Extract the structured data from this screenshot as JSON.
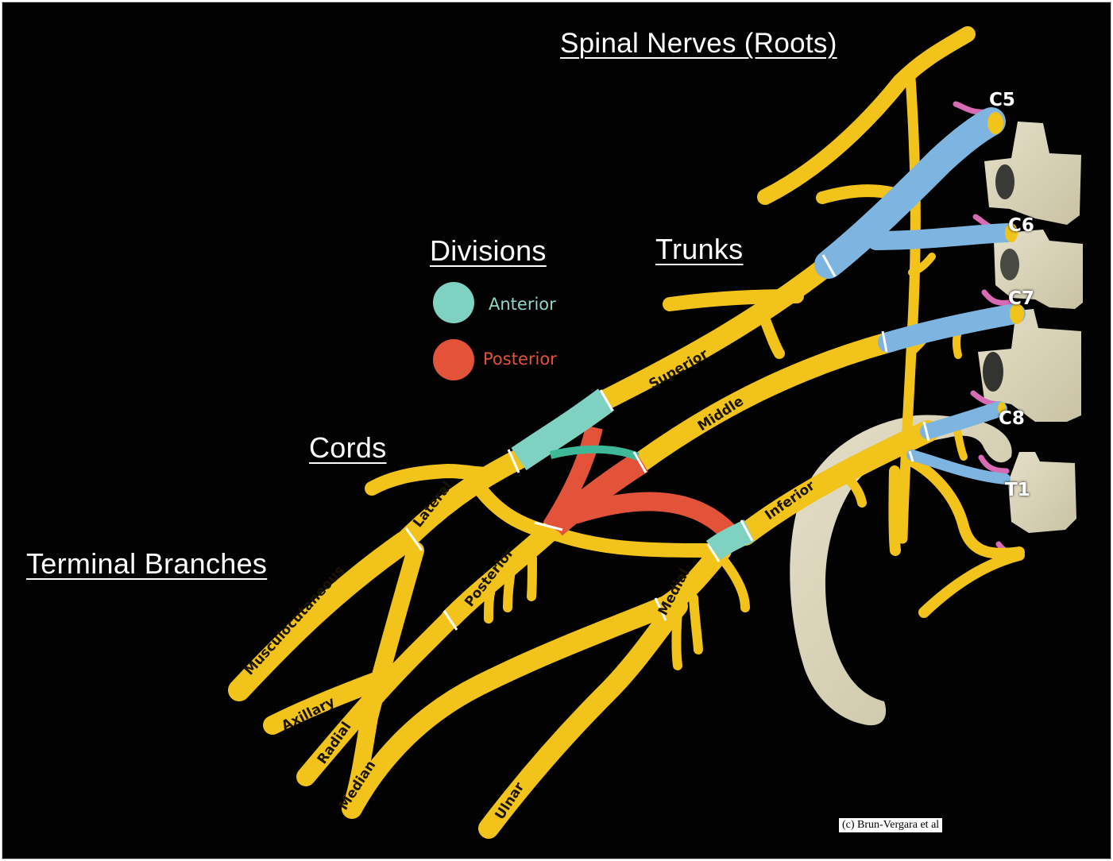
{
  "titles": {
    "roots": "Spinal Nerves (Roots)",
    "trunks": "Trunks",
    "divisions": "Divisions",
    "cords": "Cords",
    "terminal_branches": "Terminal Branches"
  },
  "legend": {
    "items": [
      {
        "label": "Anterior",
        "color": "#7fd1c1"
      },
      {
        "label": "Posterior",
        "color": "#e2533a"
      }
    ]
  },
  "roots": [
    "C5",
    "C6",
    "C7",
    "C8",
    "T1"
  ],
  "trunks": [
    "Superior",
    "Middle",
    "Inferior"
  ],
  "cords": [
    "Lateral",
    "Posterior",
    "Medial"
  ],
  "terminal_branches": [
    "Musculocutaneous",
    "Axillary",
    "Radial",
    "Median",
    "Ulnar"
  ],
  "colors": {
    "background": "#020202",
    "nerve": "#f2c31b",
    "root": "#7db5e0",
    "anterior": "#7fd1c1",
    "posterior": "#e2533a",
    "bone": "#d8d2b8",
    "dorsal_ramus": "#d76bb4"
  },
  "copyright": "(c) Brun-Vergara et al"
}
